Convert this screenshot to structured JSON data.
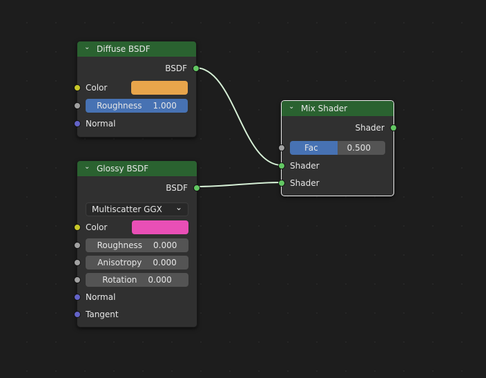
{
  "colors": {
    "header": "#2a6230",
    "shader_socket": "#63c763",
    "color_socket": "#c7c729",
    "float_socket": "#a1a1a1",
    "vector_socket": "#6363c7",
    "field": "#545454",
    "field_active": "#4772b3"
  },
  "nodes": [
    {
      "id": "diffuse",
      "title": "Diffuse BSDF",
      "selected": false,
      "rows": [
        {
          "type": "output",
          "label": "BSDF",
          "socket": "shader"
        },
        {
          "type": "color",
          "label": "Color",
          "socket": "color",
          "value": "#e8a54b"
        },
        {
          "type": "slider",
          "label": "Roughness",
          "value": "1.000",
          "fill": 1.0,
          "socket": "float"
        },
        {
          "type": "input",
          "label": "Normal",
          "socket": "vector"
        }
      ]
    },
    {
      "id": "glossy",
      "title": "Glossy BSDF",
      "selected": false,
      "rows": [
        {
          "type": "output",
          "label": "BSDF",
          "socket": "shader"
        },
        {
          "type": "dropdown",
          "label": "Multiscatter GGX",
          "icon": "chevron-down-icon"
        },
        {
          "type": "color",
          "label": "Color",
          "socket": "color",
          "value": "#e94fb6"
        },
        {
          "type": "slider",
          "label": "Roughness",
          "value": "0.000",
          "fill": 0,
          "socket": "float"
        },
        {
          "type": "slider",
          "label": "Anisotropy",
          "value": "0.000",
          "fill": 0,
          "socket": "float"
        },
        {
          "type": "slider",
          "label": "Rotation",
          "value": "0.000",
          "fill": 0,
          "socket": "float"
        },
        {
          "type": "input",
          "label": "Normal",
          "socket": "vector"
        },
        {
          "type": "input",
          "label": "Tangent",
          "socket": "vector"
        }
      ]
    },
    {
      "id": "mix",
      "title": "Mix Shader",
      "selected": true,
      "rows": [
        {
          "type": "output",
          "label": "Shader",
          "socket": "shader"
        },
        {
          "type": "slider",
          "label": "Fac",
          "value": "0.500",
          "fill": 0.5,
          "socket": "float"
        },
        {
          "type": "input",
          "label": "Shader",
          "socket": "shader"
        },
        {
          "type": "input",
          "label": "Shader",
          "socket": "shader"
        }
      ]
    }
  ],
  "links": [
    {
      "from": "diffuse.BSDF",
      "to": "mix.Shader(1)"
    },
    {
      "from": "glossy.BSDF",
      "to": "mix.Shader(2)"
    }
  ]
}
